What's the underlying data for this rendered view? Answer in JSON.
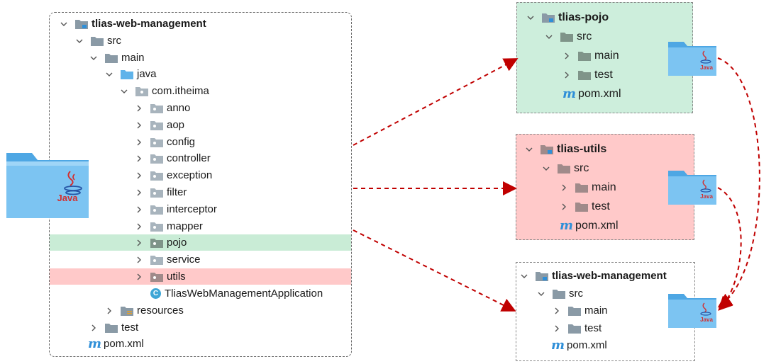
{
  "left_tree": {
    "root": "tlias-web-management",
    "items": [
      {
        "label": "src"
      },
      {
        "label": "main"
      },
      {
        "label": "java"
      },
      {
        "label": "com.itheima"
      },
      {
        "label": "anno"
      },
      {
        "label": "aop"
      },
      {
        "label": "config"
      },
      {
        "label": "controller"
      },
      {
        "label": "exception"
      },
      {
        "label": "filter"
      },
      {
        "label": "interceptor"
      },
      {
        "label": "mapper"
      },
      {
        "label": "pojo"
      },
      {
        "label": "service"
      },
      {
        "label": "utils"
      },
      {
        "label": "TliasWebManagementApplication"
      },
      {
        "label": "resources"
      },
      {
        "label": "test"
      },
      {
        "label": "pom.xml"
      }
    ]
  },
  "java_folder_label": "Java",
  "modules": [
    {
      "name": "tlias-pojo",
      "bg": "#cdeedc",
      "src": "src",
      "main": "main",
      "test": "test",
      "pom": "pom.xml"
    },
    {
      "name": "tlias-utils",
      "bg": "#ffc9c9",
      "src": "src",
      "main": "main",
      "test": "test",
      "pom": "pom.xml"
    },
    {
      "name": "tlias-web-management",
      "bg": "#ffffff",
      "src": "src",
      "main": "main",
      "test": "test",
      "pom": "pom.xml"
    }
  ],
  "colors": {
    "arrow": "#c00000",
    "folder_blue": "#5fb3ea",
    "pojo_highlight": "#c9ecd6",
    "utils_highlight": "#ffc9c9"
  }
}
